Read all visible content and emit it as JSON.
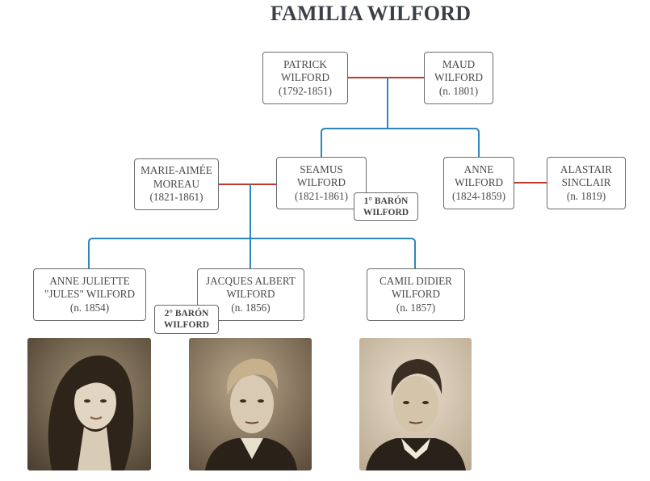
{
  "title": "FAMILIA WILFORD",
  "people": {
    "patrick": {
      "l1": "PATRICK",
      "l2": "WILFORD",
      "l3": "(1792-1851)"
    },
    "maud": {
      "l1": "MAUD",
      "l2": "WILFORD",
      "l3": "(n. 1801)"
    },
    "marie": {
      "l1": "MARIE-AIMÉE",
      "l2": "MOREAU",
      "l3": "(1821-1861)"
    },
    "seamus": {
      "l1": "SEAMUS",
      "l2": "WILFORD",
      "l3": "(1821-1861)"
    },
    "anne": {
      "l1": "ANNE",
      "l2": "WILFORD",
      "l3": "(1824-1859)"
    },
    "alastair": {
      "l1": "ALASTAIR",
      "l2": "SINCLAIR",
      "l3": "(n. 1819)"
    },
    "jules": {
      "l1": "ANNE JULIETTE",
      "l2": "\"JULES\" WILFORD",
      "l3": "(n. 1854)"
    },
    "jacques": {
      "l1": "JACQUES ALBERT",
      "l2": "WILFORD",
      "l3": "(n. 1856)"
    },
    "camil": {
      "l1": "CAMIL DIDIER",
      "l2": "WILFORD",
      "l3": "(n. 1857)"
    }
  },
  "badges": {
    "seamus": {
      "l1": "1° BARÓN",
      "l2": "WILFORD"
    },
    "jacques": {
      "l1": "2° BARÓN",
      "l2": "WILFORD"
    }
  },
  "colors": {
    "marriage_line": "#c0392b",
    "descent_line": "#2e86c1",
    "border": "#6b6b6b",
    "photo_sepia_light": "#e8dccb",
    "photo_sepia_dark": "#3a2e22"
  },
  "photos": [
    {
      "subject": "jules",
      "icon": "portrait-young-woman"
    },
    {
      "subject": "jacques",
      "icon": "portrait-young-man"
    },
    {
      "subject": "camil",
      "icon": "portrait-boy"
    }
  ]
}
